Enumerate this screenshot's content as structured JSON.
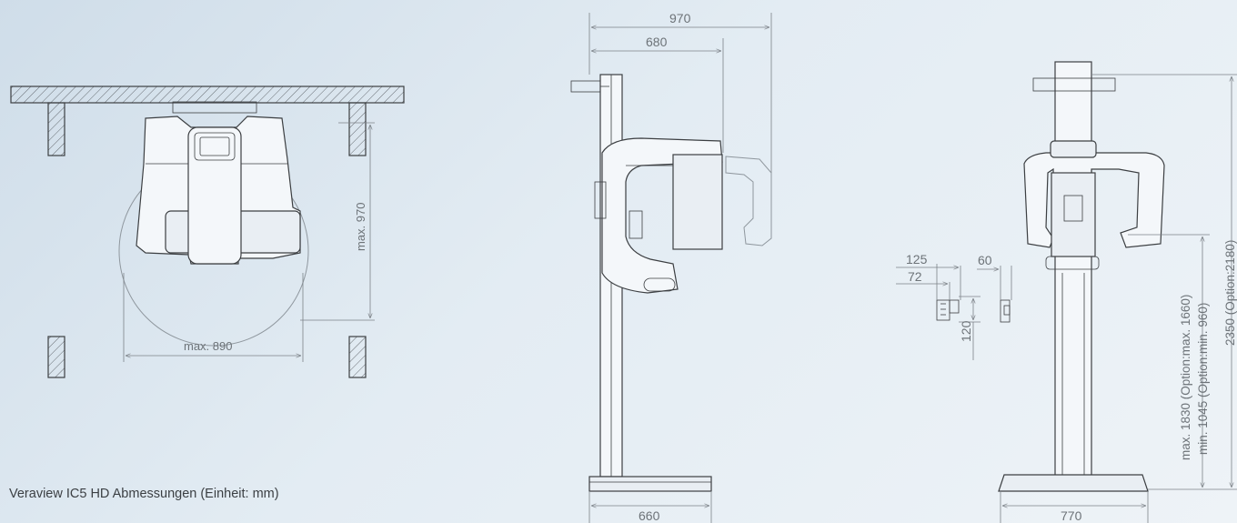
{
  "caption": "Veraview IC5 HD Abmessungen (Einheit: mm)",
  "top_view": {
    "width_label": "max. 890",
    "depth_label": "max. 970"
  },
  "side_view": {
    "overall_depth": "970",
    "column_depth": "680",
    "base_depth": "660"
  },
  "front_view": {
    "base_width": "770",
    "height_total": "2350 (Option:2180)",
    "height_max": "max. 1830 (Option:max. 1660)",
    "height_min": "min. 1045 (Option:min. 960)",
    "remote": {
      "width_outer": "125",
      "width_inner": "72",
      "width_side": "60",
      "height": "120"
    }
  }
}
